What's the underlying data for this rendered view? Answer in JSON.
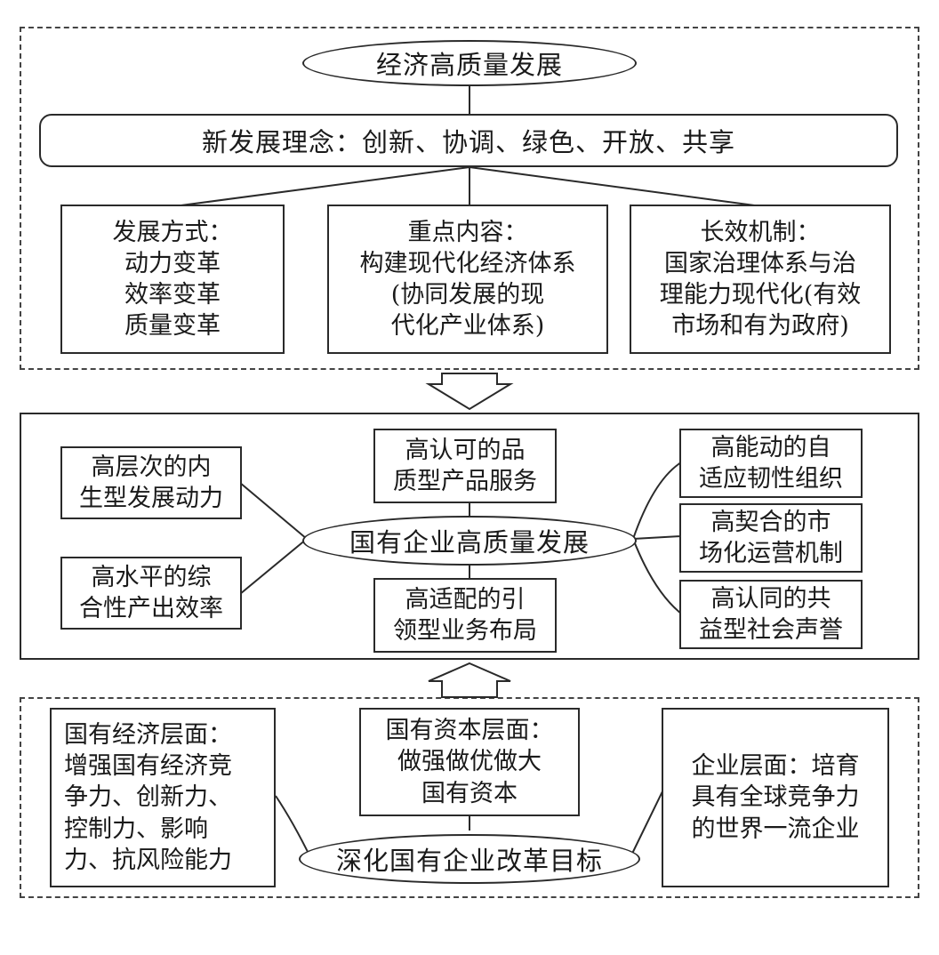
{
  "top": {
    "title": "经济高质量发展",
    "concept": "新发展理念：创新、协调、绿色、开放、共享",
    "boxes": {
      "method": "发展方式：\n动力变革\n效率变革\n质量变革",
      "focus": "重点内容：\n构建现代化经济体系\n(协同发展的现\n代化产业体系)",
      "mechanism": "长效机制：\n国家治理体系与治\n理能力现代化(有效\n市场和有为政府)"
    }
  },
  "middle": {
    "center": "国有企业高质量发展",
    "left_top": "高层次的内\n生型发展动力",
    "left_bottom": "高水平的综\n合性产出效率",
    "center_top": "高认可的品\n质型产品服务",
    "center_bottom": "高适配的引\n领型业务布局",
    "right_1": "高能动的自\n适应韧性组织",
    "right_2": "高契合的市\n场化运营机制",
    "right_3": "高认同的共\n益型社会声誉"
  },
  "bottom": {
    "center": "深化国有企业改革目标",
    "state_economy": "国有经济层面：\n增强国有经济竞\n争力、创新力、\n控制力、影响\n力、抗风险能力",
    "state_capital": "国有资本层面：\n做强做优做大\n国有资本",
    "enterprise": "企业层面：培育\n具有全球竞争力\n的世界一流企业"
  }
}
